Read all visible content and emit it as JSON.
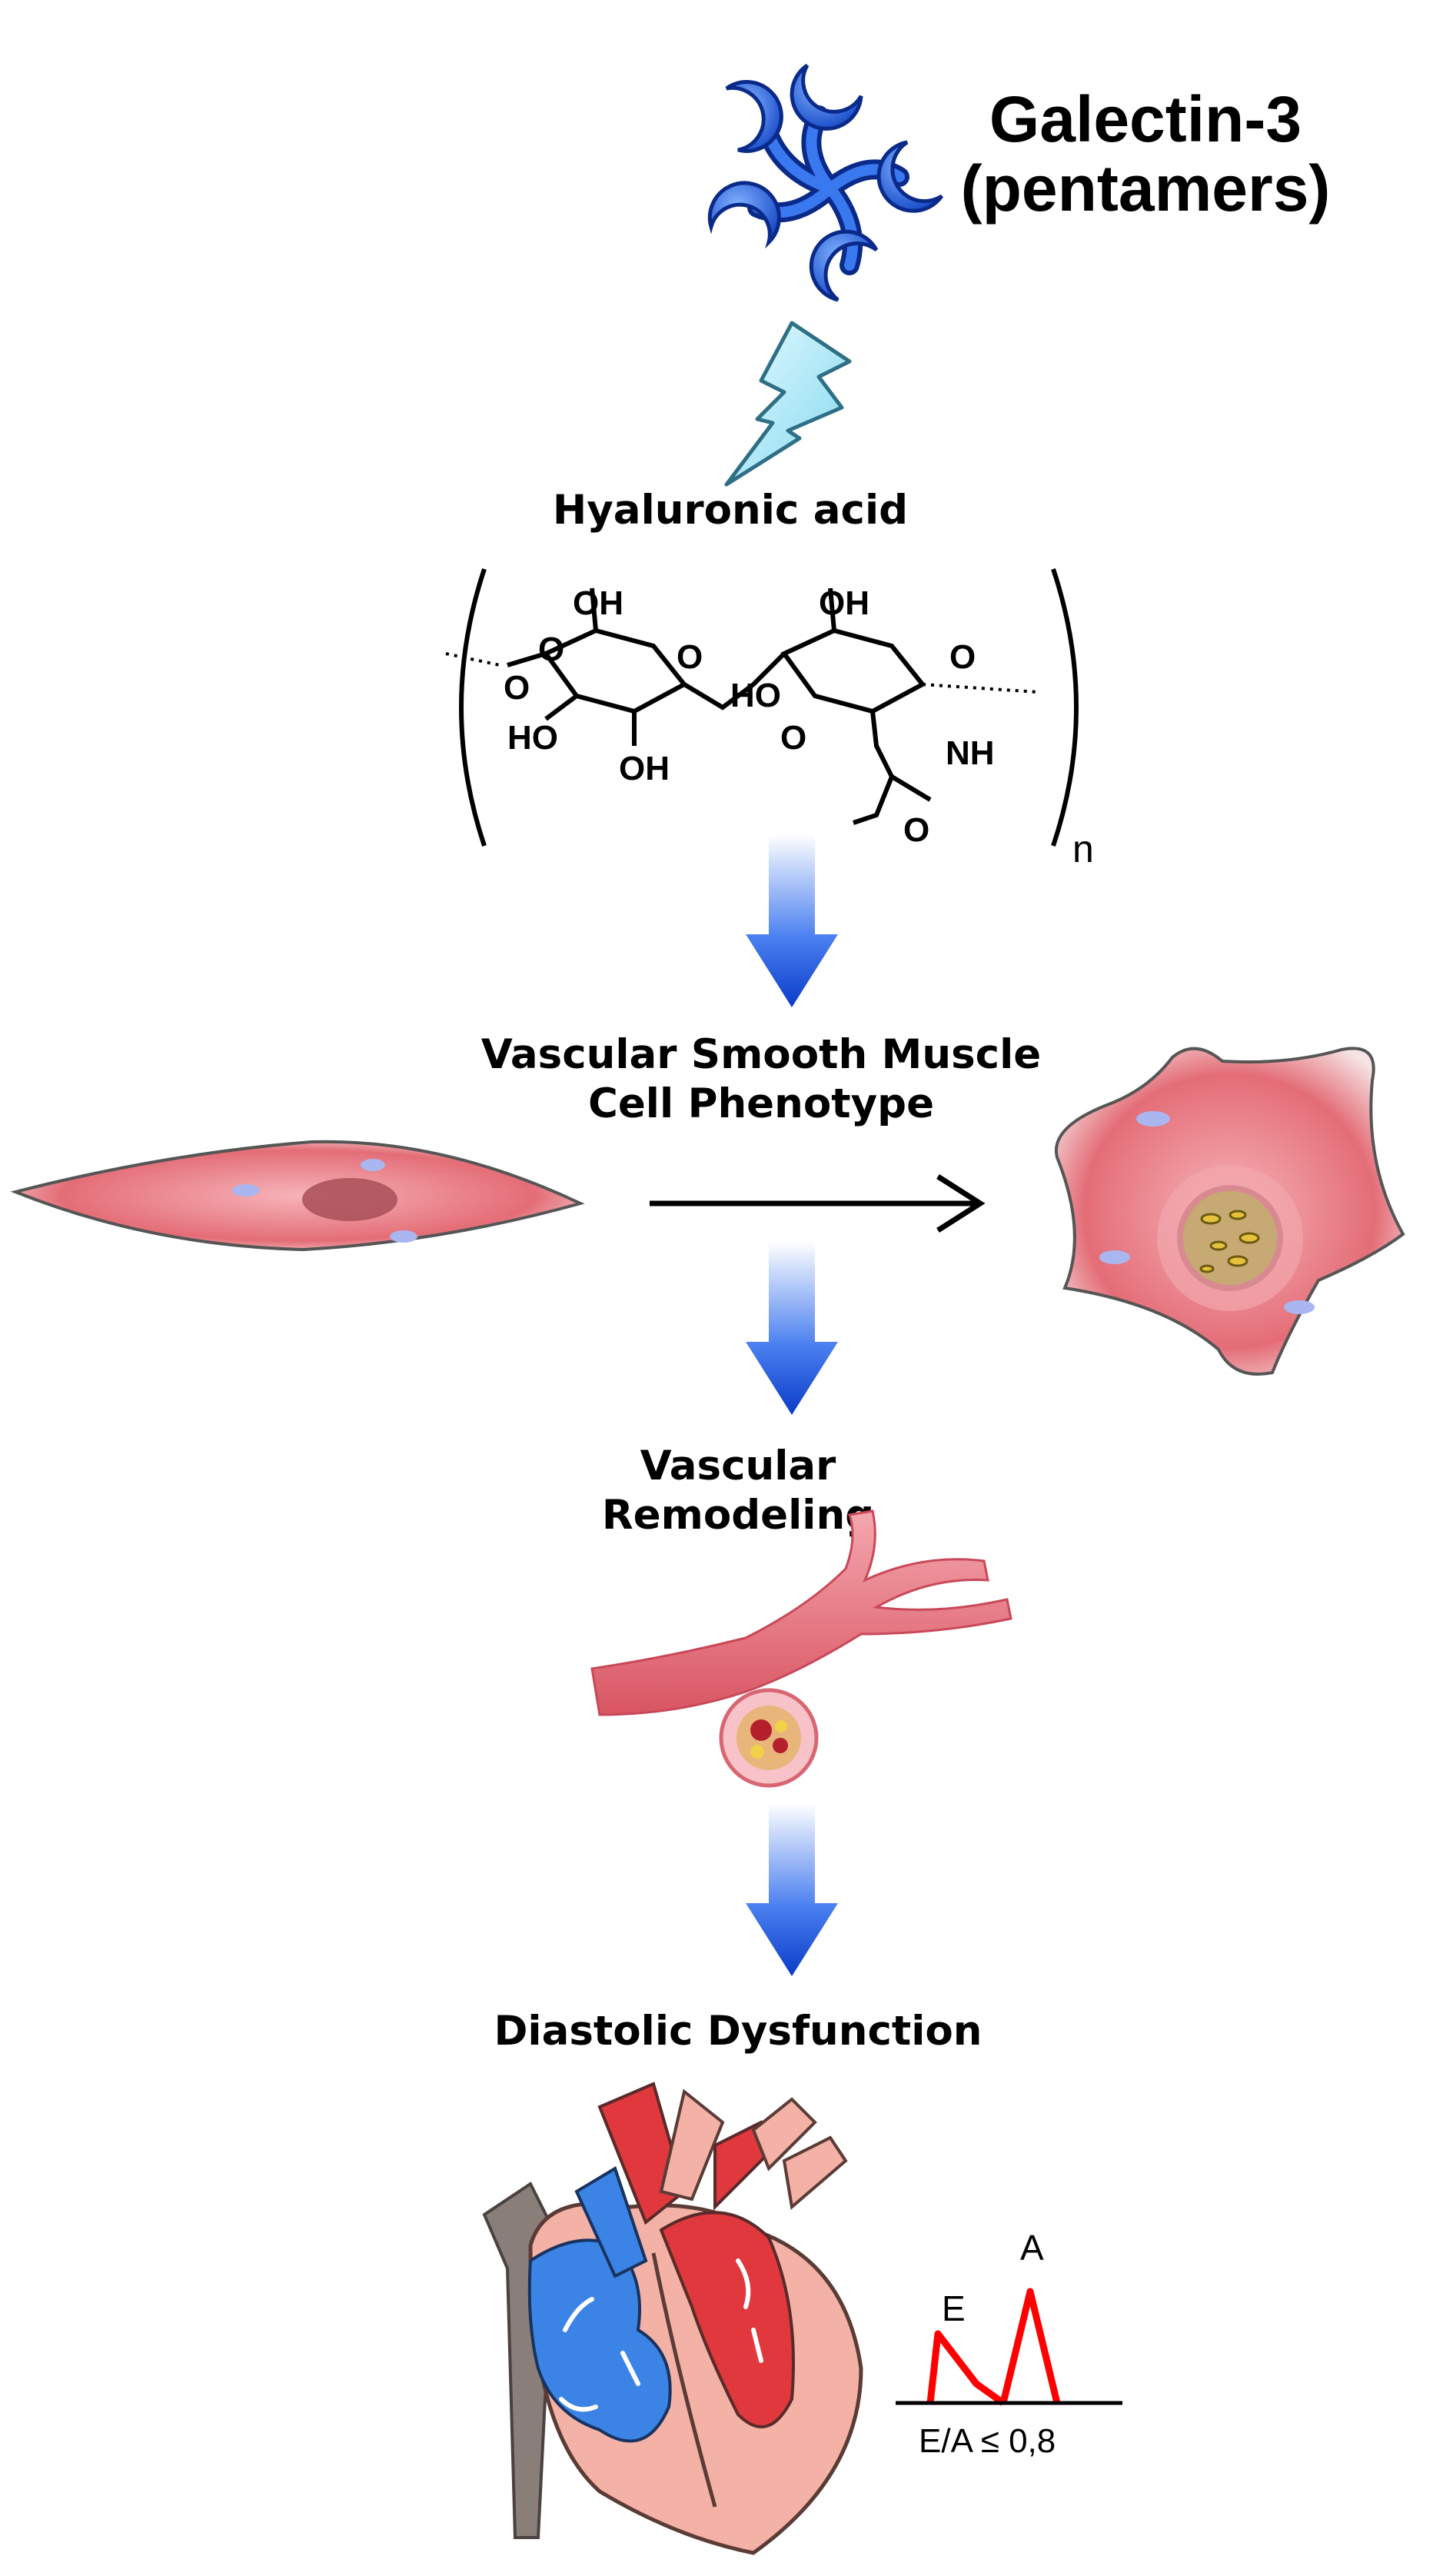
{
  "galectin": {
    "line1": "Galectin-3",
    "line2": "(pentamers)"
  },
  "steps": {
    "hyaluronic": "Hyaluronic acid",
    "vsmc_line1": "Vascular Smooth Muscle",
    "vsmc_line2": "Cell Phenotype",
    "remodeling": "Vascular Remodeling",
    "diastolic": "Diastolic Dysfunction"
  },
  "molecule": {
    "labels": [
      "OH",
      "O",
      "O",
      "HO",
      "OH",
      "HO",
      "O",
      "O",
      "OH",
      "O",
      "NH",
      "O",
      "n"
    ]
  },
  "doppler": {
    "peak_e": "E",
    "peak_a": "A",
    "ratio": "E/A ≤ 0,8"
  },
  "colors": {
    "arrow_blue": "#1a4fd6",
    "cell_pink": "#e8848c",
    "heart_red": "#e0383c",
    "heart_blue": "#3b84e6",
    "doppler_red": "#ff0000"
  }
}
